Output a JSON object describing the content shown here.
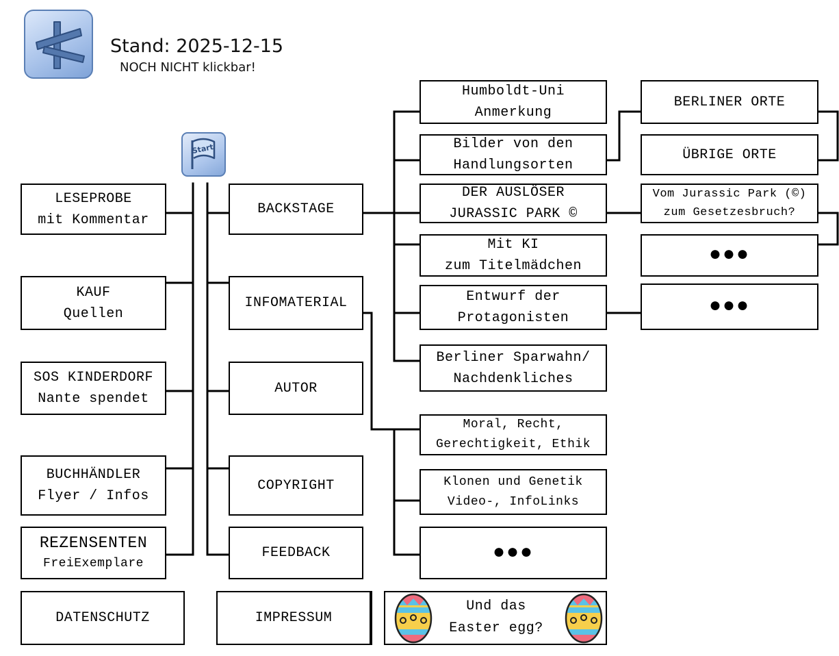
{
  "header": {
    "title": "Stand: 2025-12-15",
    "subtitle": "NOCH NICHT klickbar!"
  },
  "icons": {
    "logo": "signpost-icon",
    "start": "start-flag-icon",
    "egg": "easter-egg-icon"
  },
  "left_column": [
    {
      "line1": "LESEPROBE",
      "line2": "mit Kommentar"
    },
    {
      "line1": "KAUF",
      "line2": "Quellen"
    },
    {
      "line1": "SOS KINDERDORF",
      "line2": "Nante spendet"
    },
    {
      "line1": "BUCHHÄNDLER",
      "line2": "Flyer / Infos"
    },
    {
      "line1": "REZENSENTEN",
      "line2": "FreiExemplare"
    }
  ],
  "main_column": [
    "BACKSTAGE",
    "INFOMATERIAL",
    "AUTOR",
    "COPYRIGHT",
    "FEEDBACK"
  ],
  "backstage_children": [
    {
      "line1": "Humboldt-Uni",
      "line2": "Anmerkung"
    },
    {
      "line1": "Bilder von den",
      "line2": "Handlungsorten"
    },
    {
      "line1": "DER AUSLÖSER",
      "line2": "JURASSIC PARK ©"
    },
    {
      "line1": "Mit KI",
      "line2": "zum Titelmädchen"
    },
    {
      "line1": "Entwurf der",
      "line2": "Protagonisten"
    },
    {
      "line1": "Berliner Sparwahn/",
      "line2": "Nachdenkliches"
    }
  ],
  "infomaterial_children": [
    {
      "line1": "Moral, Recht,",
      "line2": "Gerechtigkeit, Ethik"
    },
    {
      "line1": "Klonen und Genetik",
      "line2": "Video-, InfoLinks"
    },
    {
      "line1": "●●●",
      "line2": ""
    }
  ],
  "far_right": [
    {
      "line1": "BERLINER ORTE",
      "line2": ""
    },
    {
      "line1": "ÜBRIGE ORTE",
      "line2": ""
    },
    {
      "line1": "Vom Jurassic Park (©)",
      "line2": "zum Gesetzesbruch?"
    },
    {
      "line1": "●●●",
      "line2": ""
    },
    {
      "line1": "●●●",
      "line2": ""
    }
  ],
  "footer": {
    "datenschutz": "DATENSCHUTZ",
    "impressum": "IMPRESSUM",
    "easter_line1": "Und das",
    "easter_line2": "Easter egg?"
  }
}
